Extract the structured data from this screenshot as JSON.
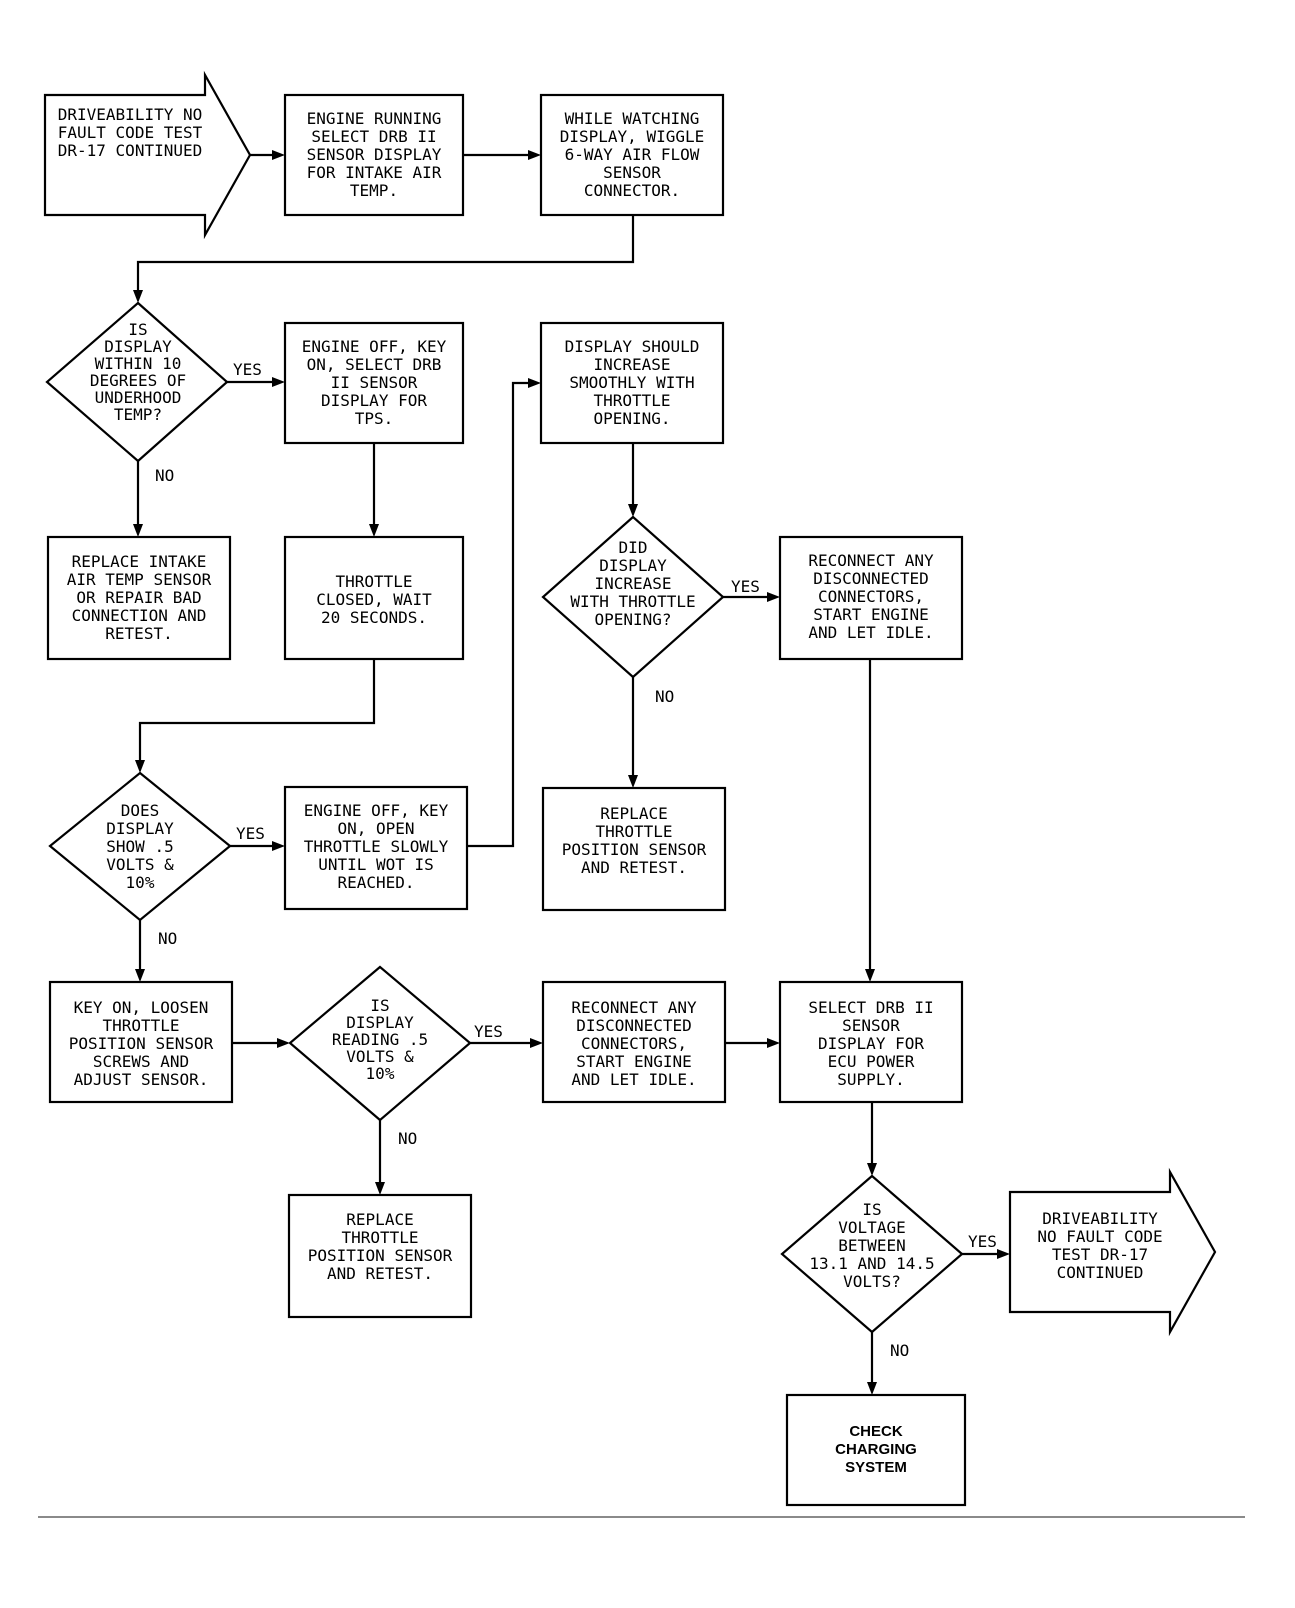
{
  "colors": {
    "line": "#000000",
    "background": "#ffffff"
  },
  "nodes": [
    {
      "id": "start-arrow",
      "kind": "arrow-shape",
      "lines": [
        "DRIVEABILITY NO",
        "FAULT CODE TEST",
        "DR-17 CONTINUED"
      ]
    },
    {
      "id": "engine-running",
      "kind": "process",
      "lines": [
        "ENGINE RUNNING",
        "SELECT DRB II",
        "SENSOR DISPLAY",
        "FOR INTAKE AIR",
        "TEMP."
      ]
    },
    {
      "id": "while-watching",
      "kind": "process",
      "lines": [
        "WHILE WATCHING",
        "DISPLAY, WIGGLE",
        "6-WAY AIR FLOW",
        "SENSOR",
        "CONNECTOR."
      ]
    },
    {
      "id": "display-within",
      "kind": "decision",
      "lines": [
        "IS",
        "DISPLAY",
        "WITHIN 10",
        "DEGREES OF",
        "UNDERHOOD",
        "TEMP?"
      ]
    },
    {
      "id": "engine-off-tps",
      "kind": "process",
      "lines": [
        "ENGINE OFF, KEY",
        "ON, SELECT DRB",
        "II SENSOR",
        "DISPLAY FOR",
        "TPS."
      ]
    },
    {
      "id": "replace-intake",
      "kind": "process",
      "lines": [
        "REPLACE INTAKE",
        "AIR TEMP SENSOR",
        "OR REPAIR BAD",
        "CONNECTION AND",
        "RETEST."
      ]
    },
    {
      "id": "throttle-closed",
      "kind": "process",
      "lines": [
        "THROTTLE",
        "CLOSED, WAIT",
        "20 SECONDS."
      ]
    },
    {
      "id": "display-should",
      "kind": "process",
      "lines": [
        "DISPLAY SHOULD",
        "INCREASE",
        "SMOOTHLY WITH",
        "THROTTLE",
        "OPENING."
      ]
    },
    {
      "id": "did-display",
      "kind": "decision",
      "lines": [
        "DID",
        "DISPLAY",
        "INCREASE",
        "WITH THROTTLE",
        "OPENING?"
      ]
    },
    {
      "id": "reconnect-top",
      "kind": "process",
      "lines": [
        "RECONNECT ANY",
        "DISCONNECTED",
        "CONNECTORS,",
        "START ENGINE",
        "AND LET IDLE."
      ]
    },
    {
      "id": "replace-tps-right",
      "kind": "process",
      "lines": [
        "REPLACE",
        "THROTTLE",
        "POSITION SENSOR",
        "AND RETEST."
      ]
    },
    {
      "id": "does-display",
      "kind": "decision",
      "lines": [
        "DOES",
        "DISPLAY",
        "SHOW .5",
        "VOLTS &",
        "10%"
      ]
    },
    {
      "id": "engine-off-open",
      "kind": "process",
      "lines": [
        "ENGINE OFF, KEY",
        "ON, OPEN",
        "THROTTLE SLOWLY",
        "UNTIL WOT IS",
        "REACHED."
      ]
    },
    {
      "id": "key-on-loosen",
      "kind": "process",
      "lines": [
        "KEY ON, LOOSEN",
        "THROTTLE",
        "POSITION SENSOR",
        "SCREWS AND",
        "ADJUST SENSOR."
      ]
    },
    {
      "id": "is-display-reading",
      "kind": "decision",
      "lines": [
        "IS",
        "DISPLAY",
        "READING .5",
        "VOLTS &",
        "10%"
      ]
    },
    {
      "id": "reconnect-bottom",
      "kind": "process",
      "lines": [
        "RECONNECT ANY",
        "DISCONNECTED",
        "CONNECTORS,",
        "START ENGINE",
        "AND LET IDLE."
      ]
    },
    {
      "id": "select-ecu",
      "kind": "process",
      "lines": [
        "SELECT DRB II",
        "SENSOR",
        "DISPLAY FOR",
        "ECU POWER",
        "SUPPLY."
      ]
    },
    {
      "id": "replace-tps-bottom",
      "kind": "process",
      "lines": [
        "REPLACE",
        "THROTTLE",
        "POSITION SENSOR",
        "AND RETEST."
      ]
    },
    {
      "id": "is-voltage",
      "kind": "decision",
      "lines": [
        "IS",
        "VOLTAGE",
        "BETWEEN",
        "13.1 AND 14.5",
        "VOLTS?"
      ]
    },
    {
      "id": "end-arrow",
      "kind": "arrow-shape",
      "lines": [
        "DRIVEABILITY",
        "NO FAULT CODE",
        "TEST DR-17",
        "CONTINUED"
      ]
    },
    {
      "id": "check-charging",
      "kind": "process",
      "lines": [
        "CHECK",
        "CHARGING",
        "SYSTEM"
      ]
    }
  ],
  "edge_labels": {
    "yes1": "YES",
    "no1": "NO",
    "yes2": "YES",
    "no2": "NO",
    "yes3": "YES",
    "no3": "NO",
    "yes4": "YES",
    "no4": "NO",
    "yes5": "YES",
    "no5": "NO"
  }
}
